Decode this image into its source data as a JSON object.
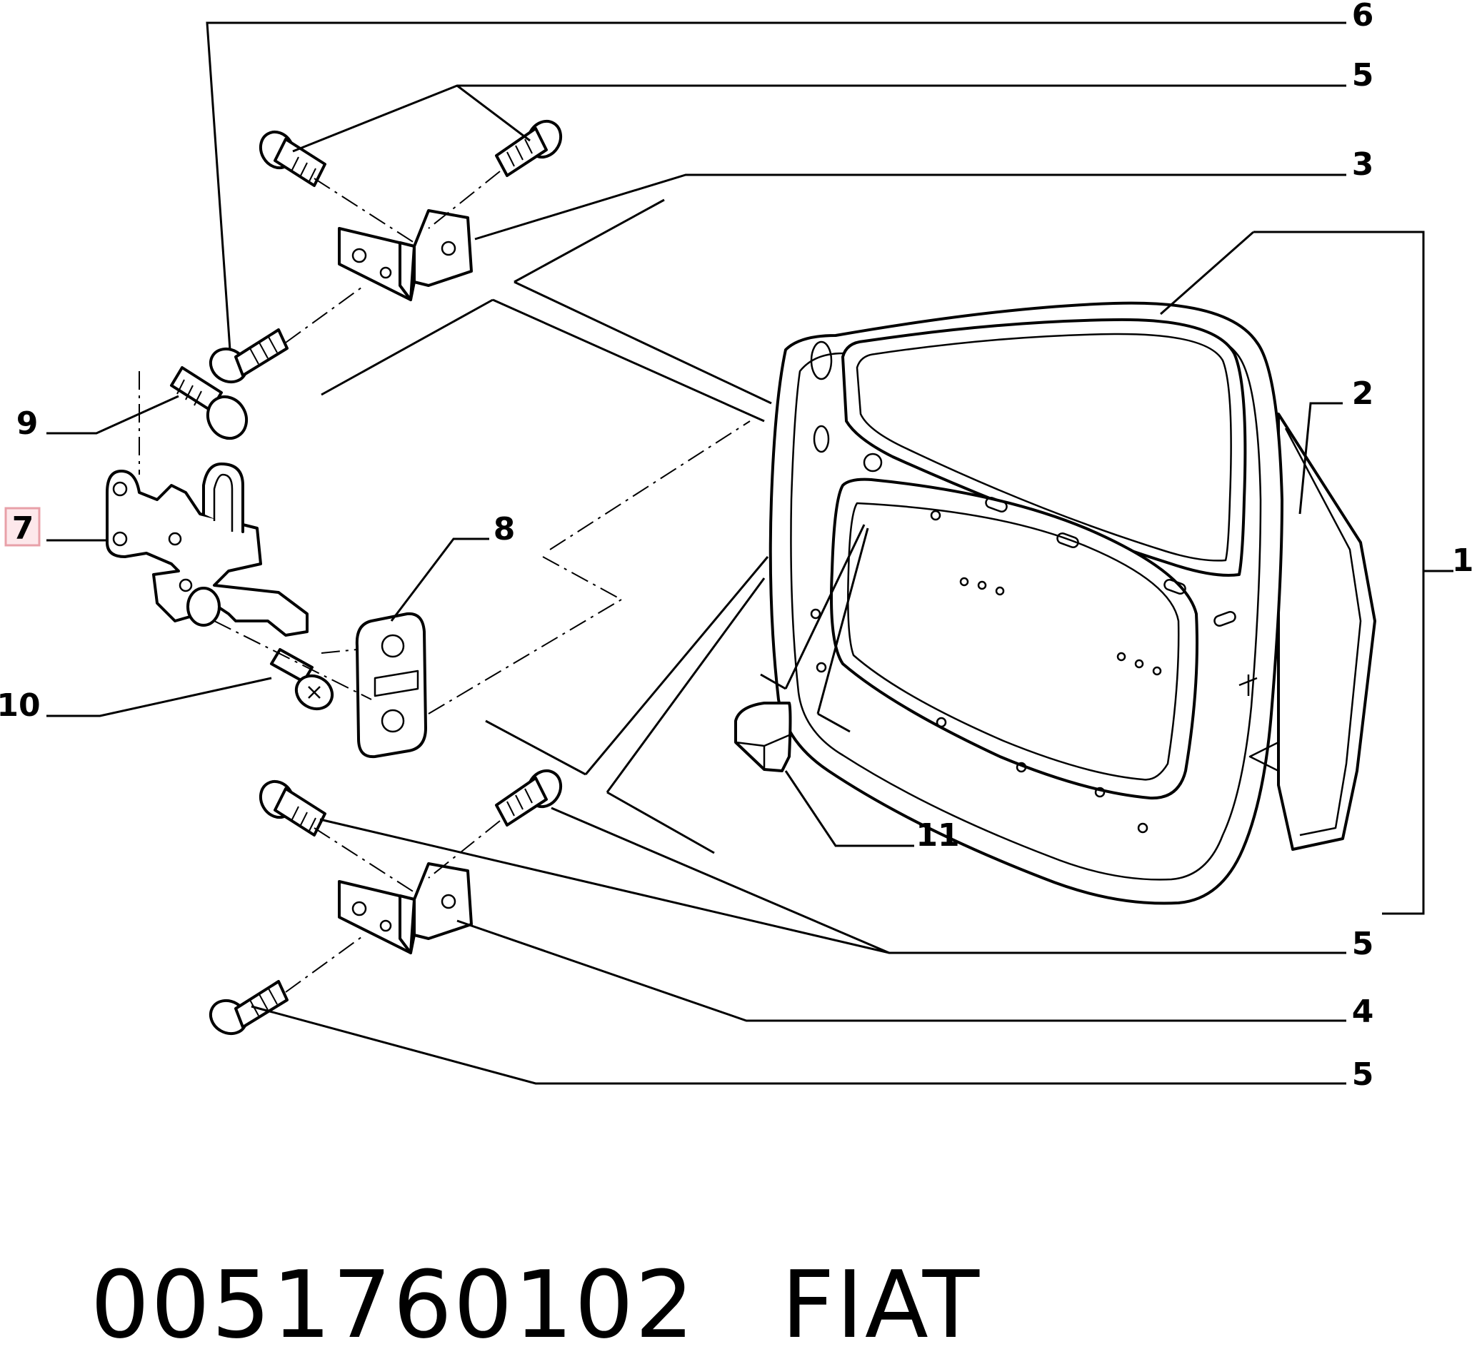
{
  "callouts": {
    "c6": "6",
    "c5_top": "5",
    "c3": "3",
    "c2": "2",
    "c1": "1",
    "c9": "9",
    "c7": "7",
    "c8": "8",
    "c10": "10",
    "c11": "11",
    "c5_mid": "5",
    "c4": "4",
    "c5_bottom": "5"
  },
  "highlight_color": "#e8a0a8",
  "caption": {
    "part_number": "0051760102",
    "brand": "FIAT"
  }
}
